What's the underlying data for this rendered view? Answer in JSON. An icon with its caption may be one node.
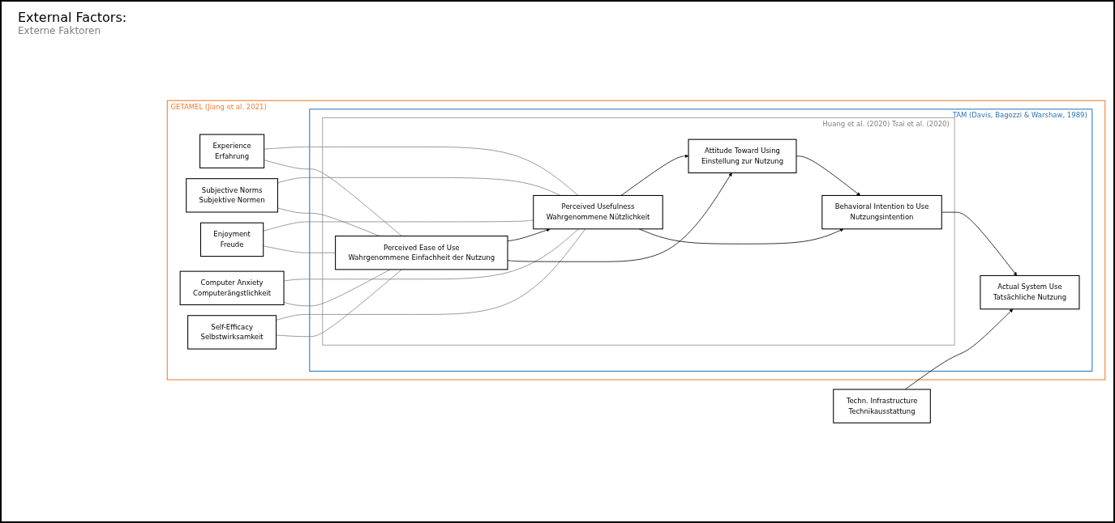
{
  "diagram": {
    "nodes": [
      {
        "text": [
          "GETAMEL",
          "(Jiang et al. 2021)"
        ]
      },
      {
        "text": [
          "Experience",
          "Erfahrung"
        ],
        "in": 0
      },
      {
        "text": [
          "Subjective Norms",
          "Subjektive Normen"
        ],
        "in": 0
      },
      {
        "text": [
          "Enjoyment",
          "Freude"
        ],
        "in": 0
      },
      {
        "text": [
          "Computer Anxiety",
          "Computerängstlichkeit"
        ],
        "in": 0
      },
      {
        "text": [
          "Self-Efficacy",
          "Selbstwirksamkeit"
        ],
        "in": 0
      },
      {
        "text": [
          "TAM",
          "(Davis, Bagozzi & Warshaw, 1989)"
        ],
        "in": 0
      },
      {
        "text": [
          "Huang et al. (2020) Tsai et al. (2020)"
        ],
        "in": 6
      },
      {
        "text": [
          "Perceived Usefulness",
          "Wahrgenommene Nützlichkeit"
        ],
        "in": 7
      },
      {
        "text": [
          "Perceived Ease of Use",
          "Wahrgenommene Einfachheit der Nutzung"
        ],
        "in": 7
      },
      {
        "text": [
          "Attitude Toward Using",
          "Einstellung zur Nutzung"
        ],
        "in": 7
      },
      {
        "text": [
          "Behavioral Intention to Use",
          "Nutzungsintention"
        ],
        "in": 7
      },
      {
        "text": [
          "Actual System Use",
          "Tatsächliche Nutzung"
        ],
        "in": 6
      },
      {
        "text": [
          "Techn. Infrastructure",
          "Technikausstattung"
        ]
      }
    ],
    "edges": [
      {
        "from": 1,
        "to": 8,
        "arrow": "none",
        "color": "#808080"
      },
      {
        "from": 1,
        "to": 9,
        "arrow": "none",
        "color": "#808080"
      },
      {
        "from": 2,
        "to": 8,
        "arrow": "none",
        "color": "#808080"
      },
      {
        "from": 2,
        "to": 9,
        "arrow": "none",
        "color": "#808080"
      },
      {
        "from": 3,
        "to": 8,
        "arrow": "none",
        "color": "#808080"
      },
      {
        "from": 3,
        "to": 9,
        "arrow": "none",
        "color": "#808080"
      },
      {
        "from": 4,
        "to": 8,
        "arrow": "none",
        "color": "#808080"
      },
      {
        "from": 4,
        "to": 9,
        "arrow": "none",
        "color": "#808080"
      },
      {
        "from": 5,
        "to": 8,
        "arrow": "none",
        "color": "#808080"
      },
      {
        "from": 5,
        "to": 9,
        "arrow": "none",
        "color": "#808080"
      },
      {
        "from": 9,
        "to": 8,
        "arrow": "to",
        "color": "#000000"
      },
      {
        "from": 8,
        "to": 10,
        "arrow": "to",
        "color": "#000000"
      },
      {
        "from": 8,
        "to": 11,
        "arrow": "to",
        "color": "#000000"
      },
      {
        "from": 9,
        "to": 10,
        "arrow": "to",
        "color": "#000000"
      },
      {
        "from": 10,
        "to": 11,
        "arrow": "to",
        "color": "#000000"
      },
      {
        "from": 11,
        "to": 12,
        "arrow": "to",
        "color": "#000000"
      },
      {
        "from": 13,
        "to": 12,
        "arrow": "to",
        "color": "#000000"
      }
    ],
    "labels": [
      "External Factors:",
      "Externe Faktoren"
    ]
  }
}
